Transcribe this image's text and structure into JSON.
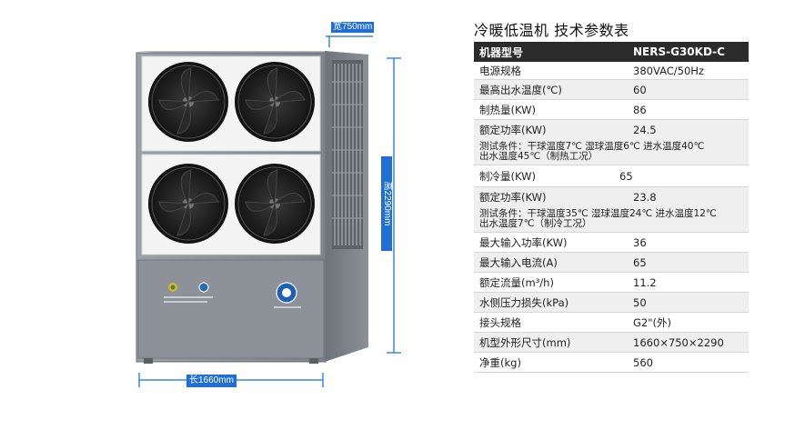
{
  "dimensions": {
    "width_label": "宽750mm",
    "height_label": "高2290mm",
    "length_label": "长1660mm"
  },
  "spec": {
    "title": "冷暖低温机 技术参数表",
    "header": {
      "key": "机器型号",
      "value": "NERS-G30KD-C"
    },
    "rows": [
      {
        "key": "电源规格",
        "value": "380VAC/50Hz"
      },
      {
        "key": "最高出水温度(℃)",
        "value": "60"
      },
      {
        "key": "制热量(KW)",
        "value": "86"
      },
      {
        "key": "额定功率(KW)",
        "value": "24.5"
      },
      {
        "note1": "测试条件：干球温度7℃ 湿球温度6℃ 进水温度40℃",
        "note2": "出水温度45℃（制热工况）"
      },
      {
        "key": "制冷量(KW)",
        "value": "65"
      },
      {
        "key": "额定功率(KW)",
        "value": "23.8"
      },
      {
        "note1": "测试条件：干球温度35℃ 湿球温度24℃ 进水温度12℃",
        "note2": "出水温度7℃（制冷工况）"
      },
      {
        "key": "最大输入功率(KW)",
        "value": "36"
      },
      {
        "key": "最大输入电流(A)",
        "value": "65"
      },
      {
        "key": "额定流量(m³/h)",
        "value": "11.2"
      },
      {
        "key": "水侧压力损失(kPa)",
        "value": "50"
      },
      {
        "key": "接头规格",
        "value": "G2\"(外)"
      },
      {
        "key": "机型外形尺寸(mm)",
        "value": "1660×750×2290"
      },
      {
        "key": "净重(kg)",
        "value": "560"
      }
    ]
  },
  "colors": {
    "accent": "#1f6fd6",
    "header_bg": "#2b2b2b",
    "cabinet": "#8a8f95"
  }
}
